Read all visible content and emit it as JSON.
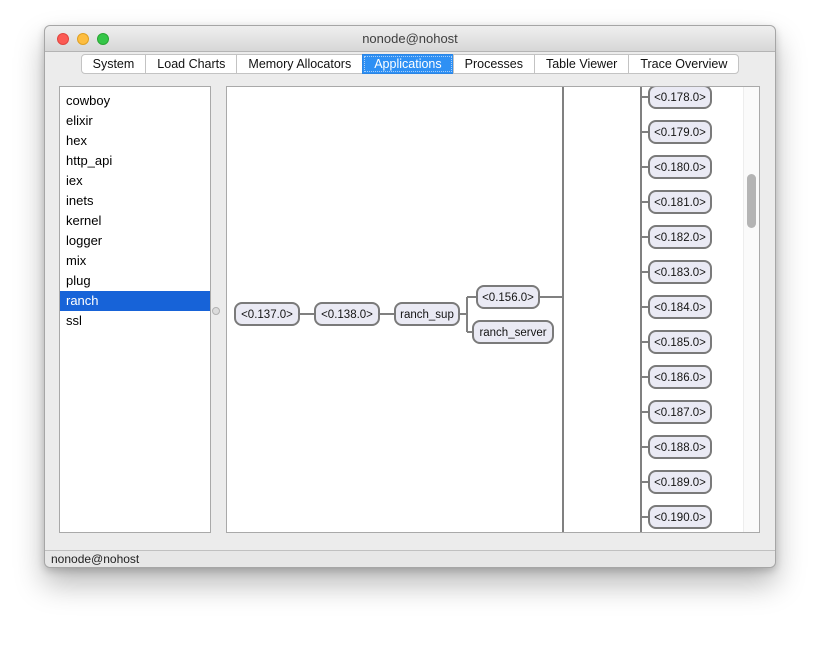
{
  "window": {
    "title": "nonode@nohost",
    "traffic_lights": [
      {
        "name": "close-button",
        "color": "#fc5a54",
        "border": "#e04640"
      },
      {
        "name": "minimize-button",
        "color": "#fdbd40",
        "border": "#dfa123"
      },
      {
        "name": "zoom-button",
        "color": "#35c648",
        "border": "#2aa634"
      }
    ]
  },
  "tabs": {
    "items": [
      {
        "label": "System",
        "selected": false
      },
      {
        "label": "Load Charts",
        "selected": false
      },
      {
        "label": "Memory Allocators",
        "selected": false
      },
      {
        "label": "Applications",
        "selected": true
      },
      {
        "label": "Processes",
        "selected": false
      },
      {
        "label": "Table Viewer",
        "selected": false
      },
      {
        "label": "Trace Overview",
        "selected": false
      }
    ]
  },
  "sidebar": {
    "items": [
      {
        "label": "cowboy",
        "selected": false
      },
      {
        "label": "elixir",
        "selected": false
      },
      {
        "label": "hex",
        "selected": false
      },
      {
        "label": "http_api",
        "selected": false
      },
      {
        "label": "iex",
        "selected": false
      },
      {
        "label": "inets",
        "selected": false
      },
      {
        "label": "kernel",
        "selected": false
      },
      {
        "label": "logger",
        "selected": false
      },
      {
        "label": "mix",
        "selected": false
      },
      {
        "label": "plug",
        "selected": false
      },
      {
        "label": "ranch",
        "selected": true
      },
      {
        "label": "ssl",
        "selected": false
      }
    ]
  },
  "tree": {
    "chain": [
      "<0.137.0>",
      "<0.138.0>",
      "ranch_sup"
    ],
    "children_of_ranch_sup": [
      "<0.156.0>",
      "ranch_server"
    ],
    "right_column": [
      "<0.178.0>",
      "<0.179.0>",
      "<0.180.0>",
      "<0.181.0>",
      "<0.182.0>",
      "<0.183.0>",
      "<0.184.0>",
      "<0.185.0>",
      "<0.186.0>",
      "<0.187.0>",
      "<0.188.0>",
      "<0.189.0>",
      "<0.190.0>"
    ]
  },
  "statusbar": {
    "text": "nonode@nohost"
  },
  "colors": {
    "tab_selected_bg": "#2e90f4",
    "tab_selected_border": "#2b85e4",
    "list_selection_bg": "#1763d8",
    "node_fill": "#eaeaf4",
    "node_border": "#7a7a7a",
    "connector_line": "#808080",
    "node_text": "#141414"
  }
}
